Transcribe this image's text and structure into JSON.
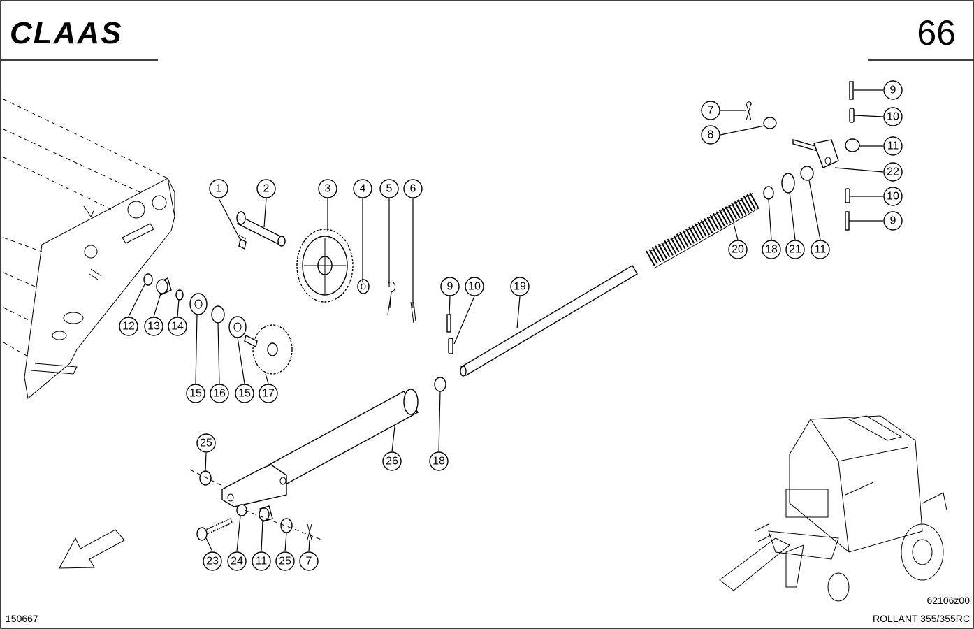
{
  "header": {
    "brand": "CLAAS",
    "page_number": "66"
  },
  "footer": {
    "doc_number": "150667",
    "drawing_code": "62106z00",
    "model": "ROLLANT 355/355RC"
  },
  "callouts": [
    "1",
    "2",
    "3",
    "4",
    "5",
    "6",
    "7",
    "8",
    "9",
    "10",
    "11",
    "12",
    "13",
    "14",
    "15",
    "16",
    "17",
    "18",
    "19",
    "20",
    "21",
    "22",
    "23",
    "24",
    "25",
    "26"
  ]
}
